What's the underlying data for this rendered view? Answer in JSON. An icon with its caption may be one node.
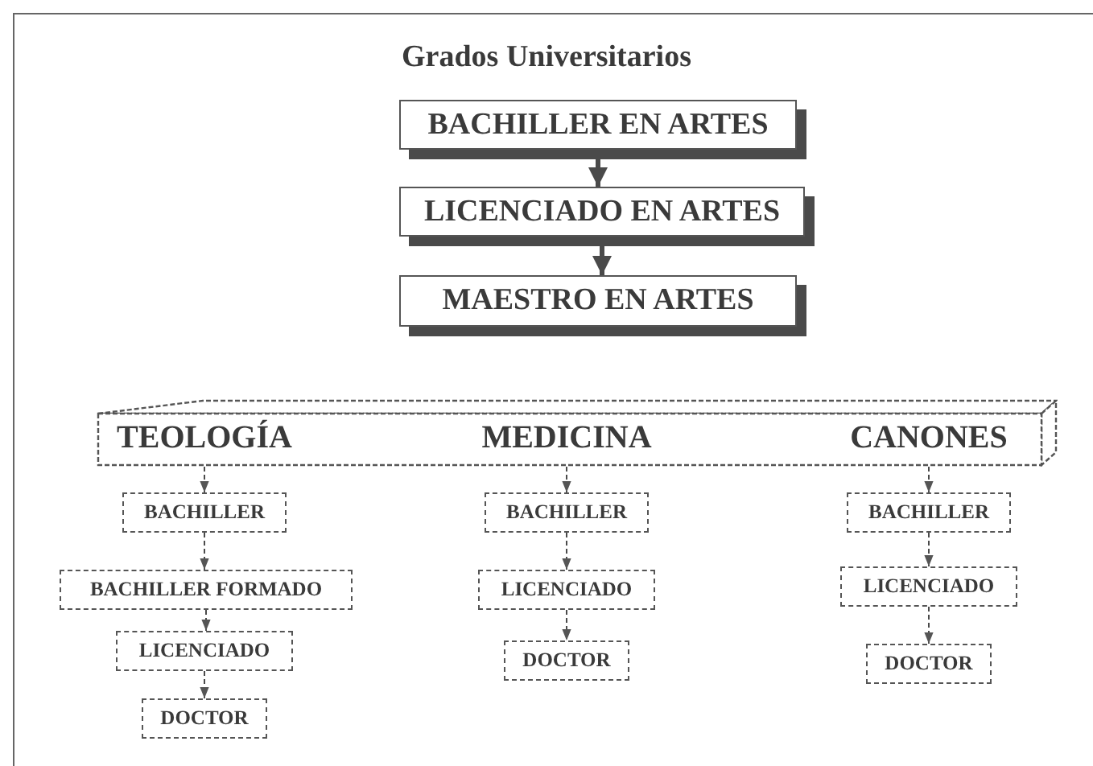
{
  "diagram": {
    "title": "Grados Universitarios",
    "nodes": [
      {
        "text": [
          "BACHILLER EN ARTES"
        ]
      },
      {
        "text": [
          "LICENCIADO EN ARTES"
        ]
      },
      {
        "text": [
          "MAESTRO EN ARTES"
        ]
      },
      {
        "text": [],
        "shape": "bar"
      },
      {
        "text": [
          "TEOLOGÍA"
        ],
        "in": 3
      },
      {
        "text": [
          "MEDICINA"
        ],
        "in": 3
      },
      {
        "text": [
          "CANONES"
        ],
        "in": 3
      },
      {
        "text": [
          "BACHILLER"
        ]
      },
      {
        "text": [
          "BACHILLER FORMADO"
        ]
      },
      {
        "text": [
          "LICENCIADO"
        ]
      },
      {
        "text": [
          "DOCTOR"
        ]
      },
      {
        "text": [
          "BACHILLER"
        ]
      },
      {
        "text": [
          "LICENCIADO"
        ]
      },
      {
        "text": [
          "DOCTOR"
        ]
      },
      {
        "text": [
          "BACHILLER"
        ]
      },
      {
        "text": [
          "LICENCIADO"
        ]
      },
      {
        "text": [
          "DOCTOR"
        ]
      }
    ],
    "edges": [
      {
        "from": 0,
        "to": 1,
        "arrow": "to",
        "style": "thick"
      },
      {
        "from": 1,
        "to": 2,
        "arrow": "to",
        "style": "thick"
      },
      {
        "from": 4,
        "to": 7,
        "arrow": "to",
        "style": "dashed"
      },
      {
        "from": 7,
        "to": 8,
        "arrow": "to",
        "style": "dashed"
      },
      {
        "from": 8,
        "to": 9,
        "arrow": "to",
        "style": "dashed"
      },
      {
        "from": 9,
        "to": 10,
        "arrow": "to",
        "style": "dashed"
      },
      {
        "from": 5,
        "to": 11,
        "arrow": "to",
        "style": "dashed"
      },
      {
        "from": 11,
        "to": 12,
        "arrow": "to",
        "style": "dashed"
      },
      {
        "from": 12,
        "to": 13,
        "arrow": "to",
        "style": "dashed"
      },
      {
        "from": 6,
        "to": 14,
        "arrow": "to",
        "style": "dashed"
      },
      {
        "from": 14,
        "to": 15,
        "arrow": "to",
        "style": "dashed"
      },
      {
        "from": 15,
        "to": 16,
        "arrow": "to",
        "style": "dashed"
      }
    ]
  }
}
